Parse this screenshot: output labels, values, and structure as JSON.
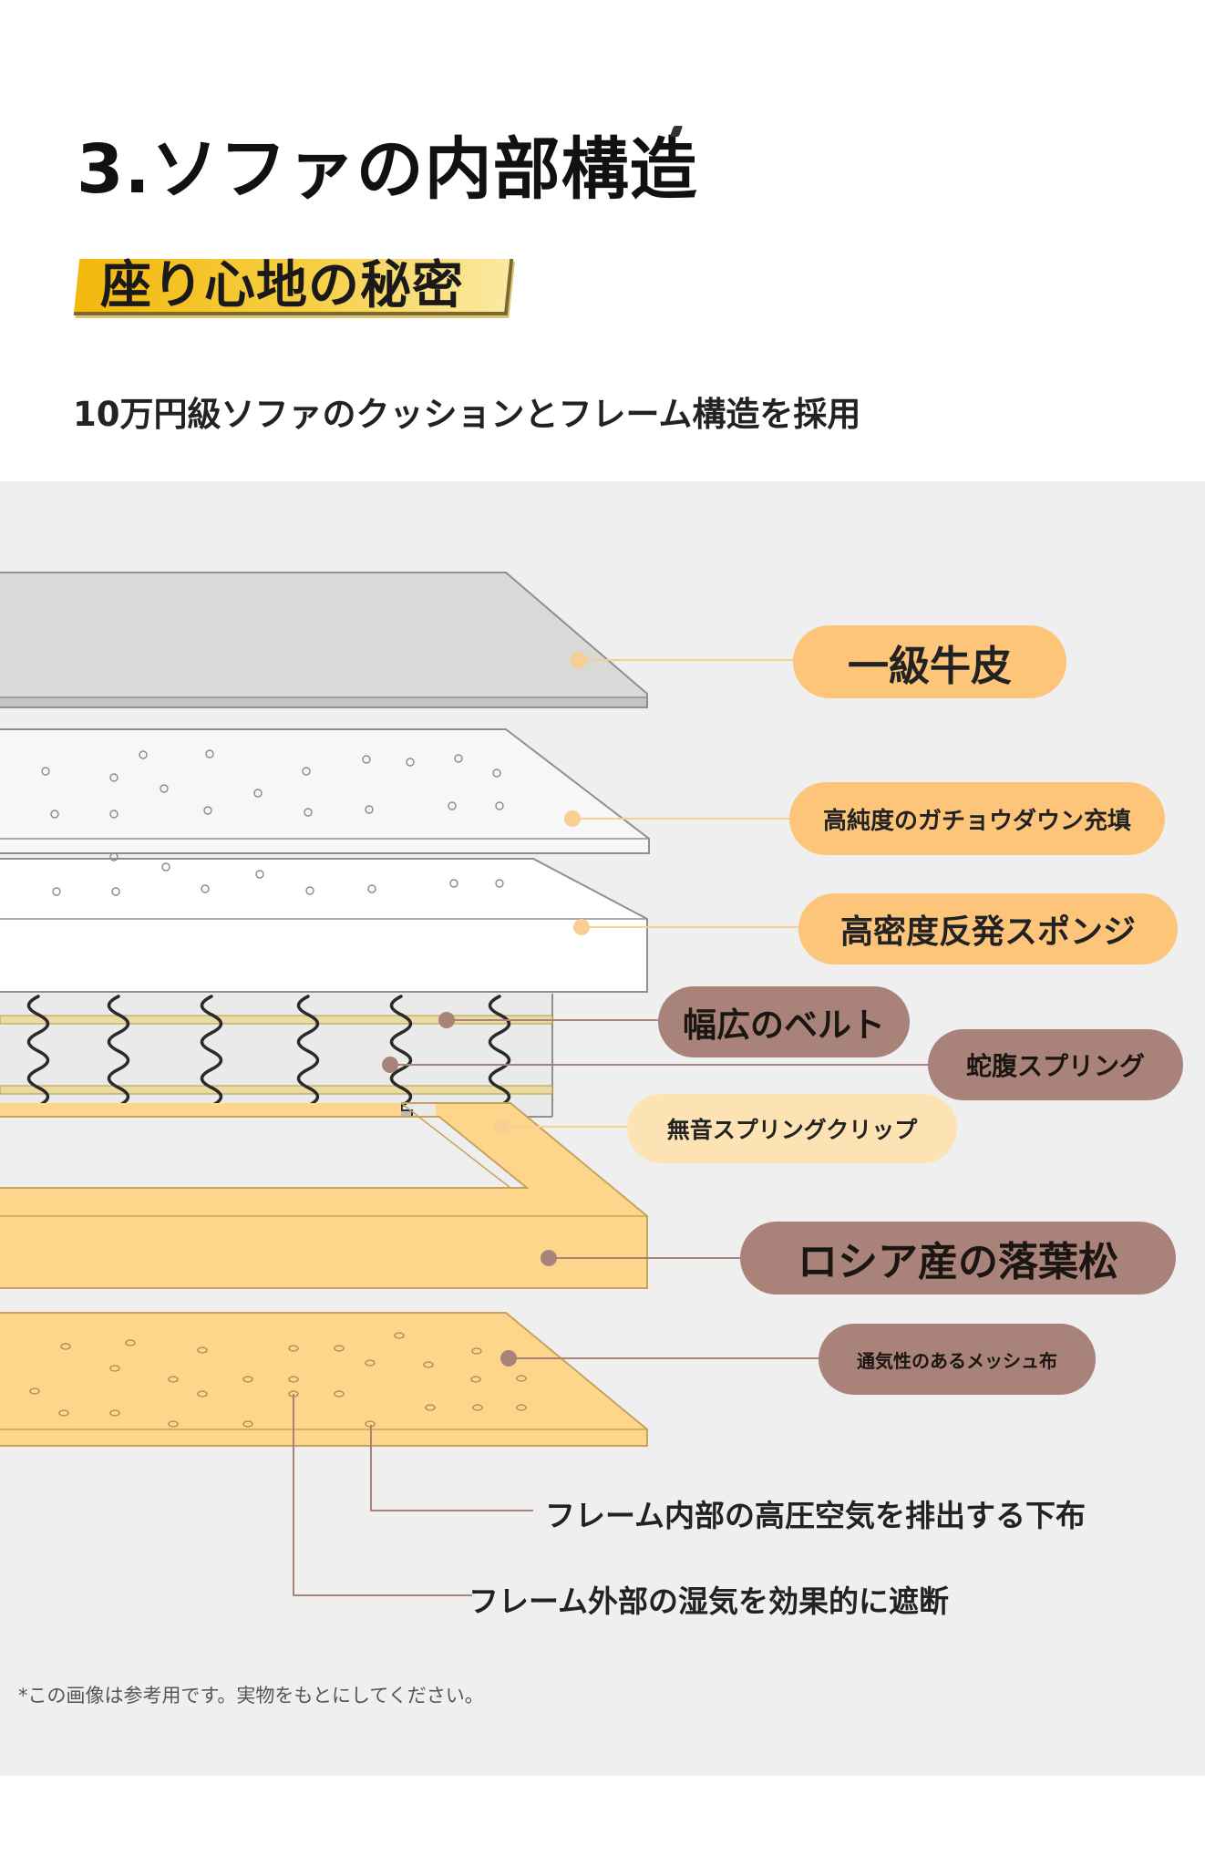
{
  "header": {
    "title": "3.ソファの内部構造",
    "badge": "座り心地の秘密",
    "subtitle": "10万円級ソファのクッションとフレーム構造を採用"
  },
  "layers": [
    {
      "label": "一級牛皮"
    },
    {
      "label": "高純度のガチョウダウン充填"
    },
    {
      "label": "高密度反発スポンジ"
    },
    {
      "label": "幅広のベルト"
    },
    {
      "label": "蛇腹スプリング"
    },
    {
      "label": "無音スプリングクリップ"
    },
    {
      "label": "ロシア産の落葉松"
    },
    {
      "label": "通気性のあるメッシュ布"
    }
  ],
  "notes": [
    "フレーム内部の高圧空気を排出する下布",
    "フレーム外部の湿気を効果的に遮断"
  ],
  "disclaimer": "*この画像は参考用です。実物をもとにしてください。",
  "colors": {
    "orange_pill": "#fdc57a",
    "cream_pill": "#fde3b4",
    "brown_pill": "#a9837a",
    "wood": "#fdd68b",
    "background_panel": "#efefef"
  }
}
